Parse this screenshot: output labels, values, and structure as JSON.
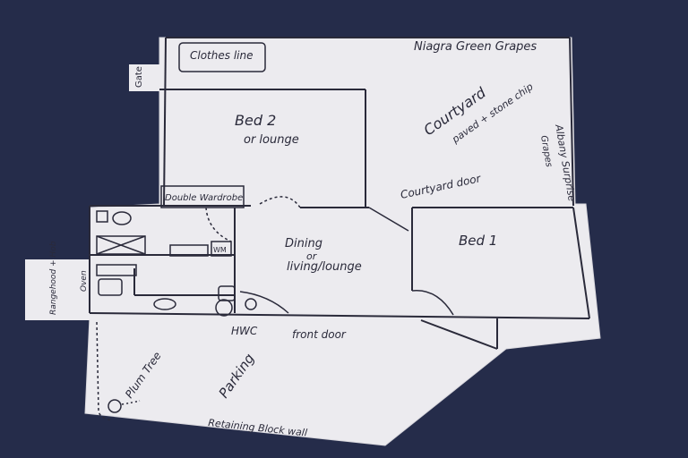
{
  "labels": {
    "clothes_line": "Clothes line",
    "gate": "Gate",
    "niagra_green_grapes": "Niagra Green Grapes",
    "bed2": "Bed 2",
    "bed2_sub": "or lounge",
    "courtyard": "Courtyard",
    "courtyard_sub": "paved + stone chip",
    "albany_surprise": "Albany Surprise",
    "grapes": "Grapes",
    "courtyard_door": "Courtyard door",
    "double_wardrobe": "Double Wardrobe",
    "dining": "Dining",
    "dining_or": "or",
    "living_lounge": "living/lounge",
    "bed1": "Bed 1",
    "rangehood": "Rangehood + Hob",
    "oven": "Oven",
    "hwc": "HWC",
    "front_door": "front door",
    "plum_tree": "Plum Tree",
    "parking": "Parking",
    "retaining_wall": "Retaining Block wall",
    "wm": "WM"
  },
  "colors": {
    "background": "#252c4a",
    "paper": "#ecebef",
    "ink": "#2a2a3a"
  }
}
